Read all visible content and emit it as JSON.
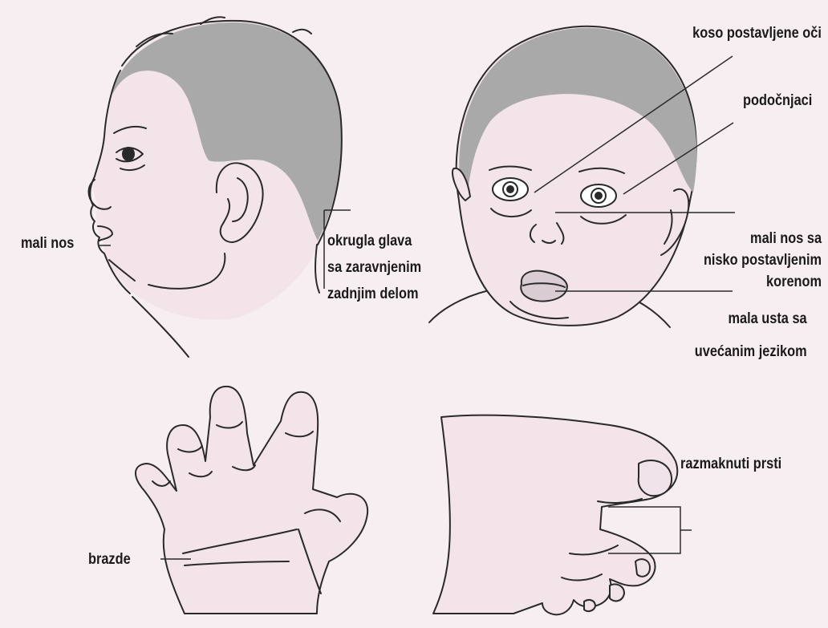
{
  "colors": {
    "background": "#f7eef2",
    "skin": "#f3e4ea",
    "hair": "#a9a9a9",
    "outline": "#2a2a2a"
  },
  "labels": {
    "mali_nos": "mali nos",
    "okrugla_glava": [
      "okrugla glava",
      "sa zaravnjenim",
      "zadnjim delom"
    ],
    "koso_oci": "koso postavljene oči",
    "podocnjaci": "podočnjaci",
    "mali_nos_sa": [
      "mali nos sa",
      "nisko postavljenim",
      "korenom"
    ],
    "mala_usta": [
      "mala usta sa",
      "uvećanim jezikom"
    ],
    "brazde": "brazde",
    "razmaknuti_prsti": "razmaknuti prsti"
  }
}
